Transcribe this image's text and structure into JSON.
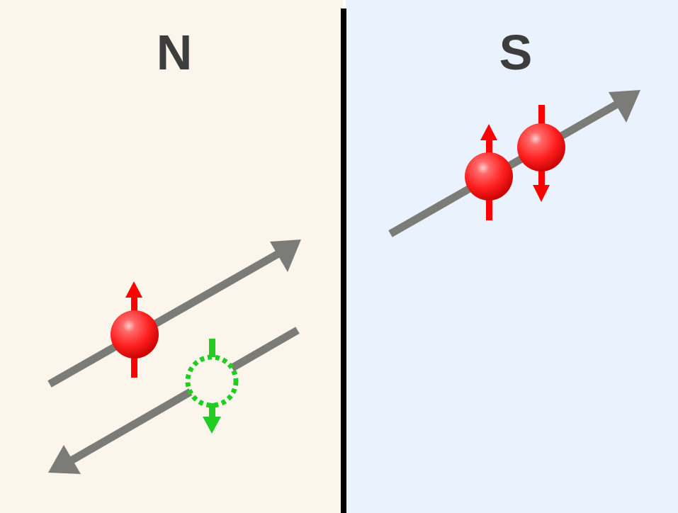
{
  "panels": {
    "left": {
      "label": "N",
      "background": "#fcf5ec"
    },
    "right": {
      "label": "S",
      "background": "#eaf3fd"
    }
  },
  "colors": {
    "divider": "#000000",
    "trajectory": "#7b7b78",
    "electron": "#ff2a2a",
    "spin_arrow": "#ff0000",
    "hole": "#22cc22"
  },
  "items": {
    "n_electron": {
      "type": "electron",
      "spin": "up",
      "motion": "forward"
    },
    "n_hole": {
      "type": "hole",
      "spin": "down",
      "motion": "backward"
    },
    "s_pair": {
      "type": "cooper-pair",
      "spins": [
        "up",
        "down"
      ],
      "motion": "forward"
    }
  }
}
